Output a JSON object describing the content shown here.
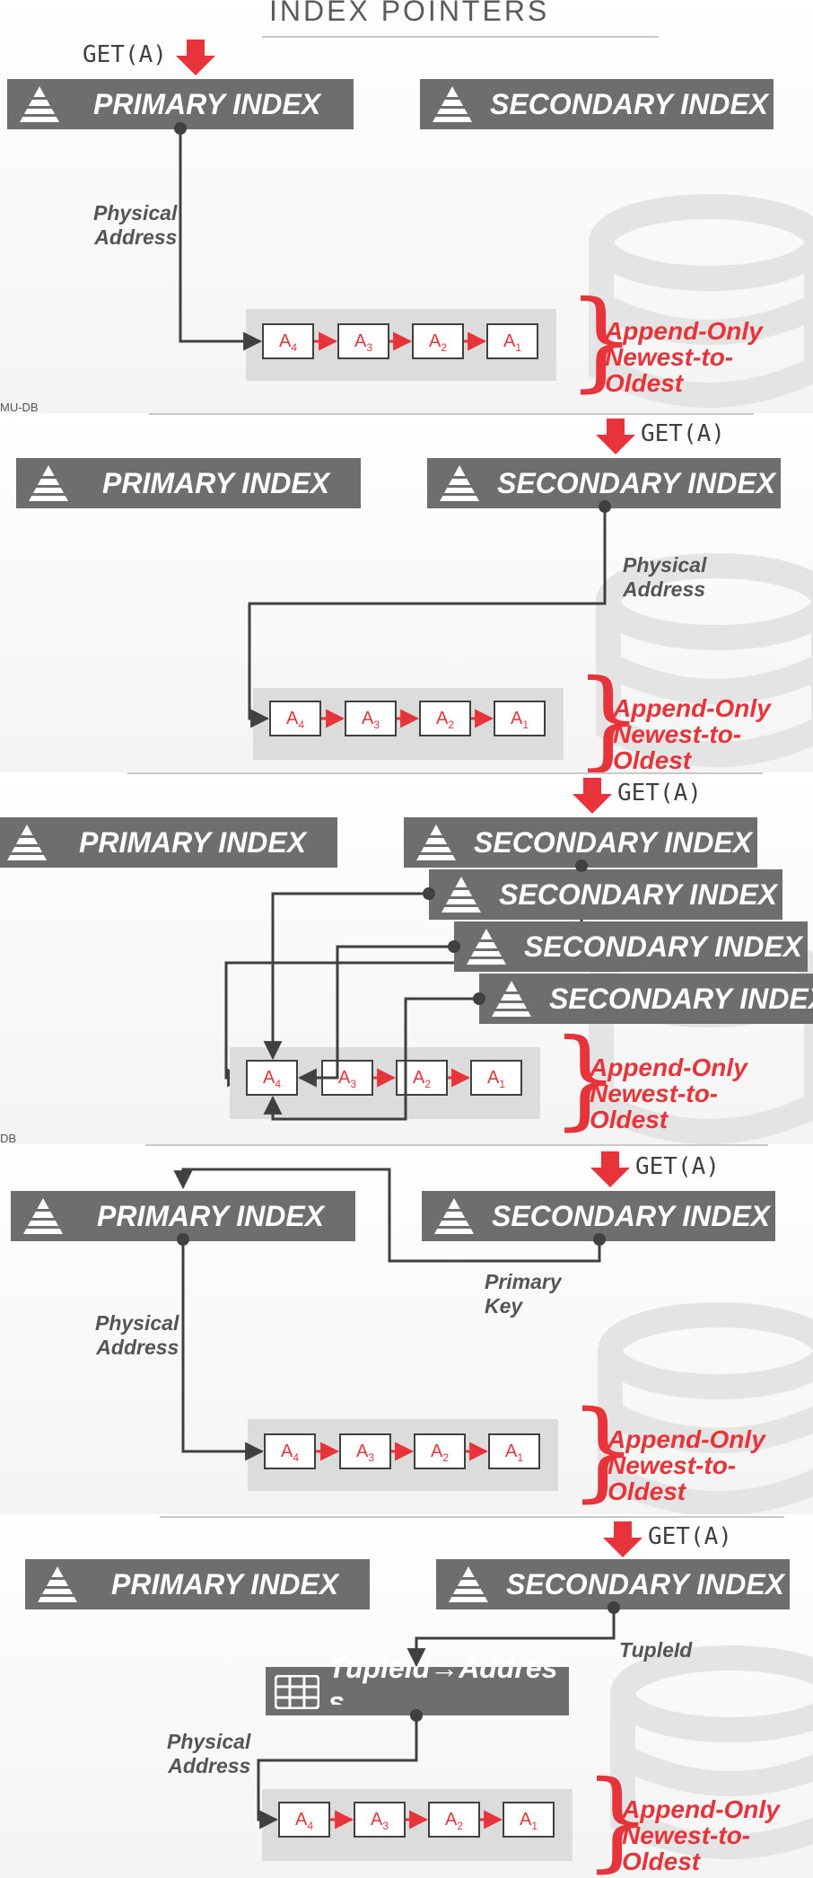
{
  "title": "INDEX POINTERS",
  "footer": "MU-DB",
  "footer_short": "DB",
  "get_label": "GET(A)",
  "primary_index": "PRIMARY INDEX",
  "secondary_index": "SECONDARY INDEX",
  "physical_address_line1": "Physical",
  "physical_address_line2": "Address",
  "primary_key_line1": "Primary",
  "primary_key_line2": "Key",
  "tupleid_label": "TupleId",
  "mapping_table": "TupleId→Address",
  "order_line1": "Append-Only",
  "order_line2": "Newest-to-",
  "order_line3": "Oldest",
  "versions": [
    {
      "base": "A",
      "sub": "4"
    },
    {
      "base": "A",
      "sub": "3"
    },
    {
      "base": "A",
      "sub": "2"
    },
    {
      "base": "A",
      "sub": "1"
    }
  ],
  "colors": {
    "accent": "#e6343a",
    "box": "#6e6e6e",
    "wire": "#404040"
  },
  "icons": [
    "pyramid-icon",
    "table-icon",
    "down-arrow-icon"
  ]
}
